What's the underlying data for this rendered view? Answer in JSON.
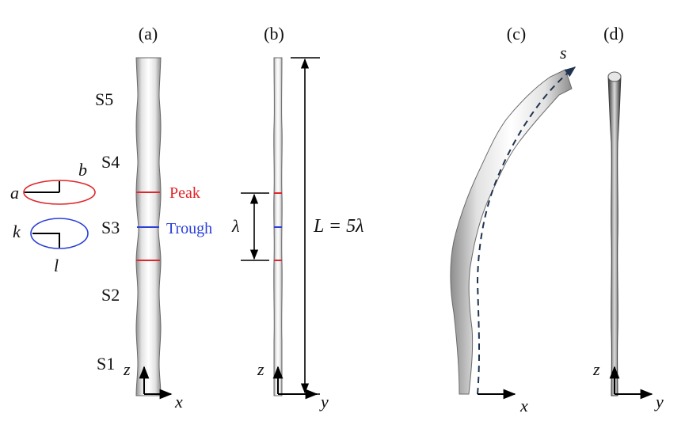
{
  "panels": {
    "a": "(a)",
    "b": "(b)",
    "c": "(c)",
    "d": "(d)"
  },
  "segments": [
    "S5",
    "S4",
    "S3",
    "S2",
    "S1"
  ],
  "cross_sections": {
    "peak": {
      "major": "a",
      "minor": "b",
      "color": "#e0262a"
    },
    "trough": {
      "major": "k",
      "minor": "l",
      "color": "#2b3fd9"
    }
  },
  "markers": {
    "peak": "Peak",
    "trough": "Trough"
  },
  "dimensions": {
    "wavelength": "λ",
    "length": "L = 5λ"
  },
  "axes": {
    "a": {
      "vertical": "z",
      "horizontal": "x"
    },
    "b": {
      "vertical": "z",
      "horizontal": "y"
    },
    "c": {
      "arc": "s",
      "horizontal": "x"
    },
    "d": {
      "vertical": "z",
      "horizontal": "y"
    }
  }
}
